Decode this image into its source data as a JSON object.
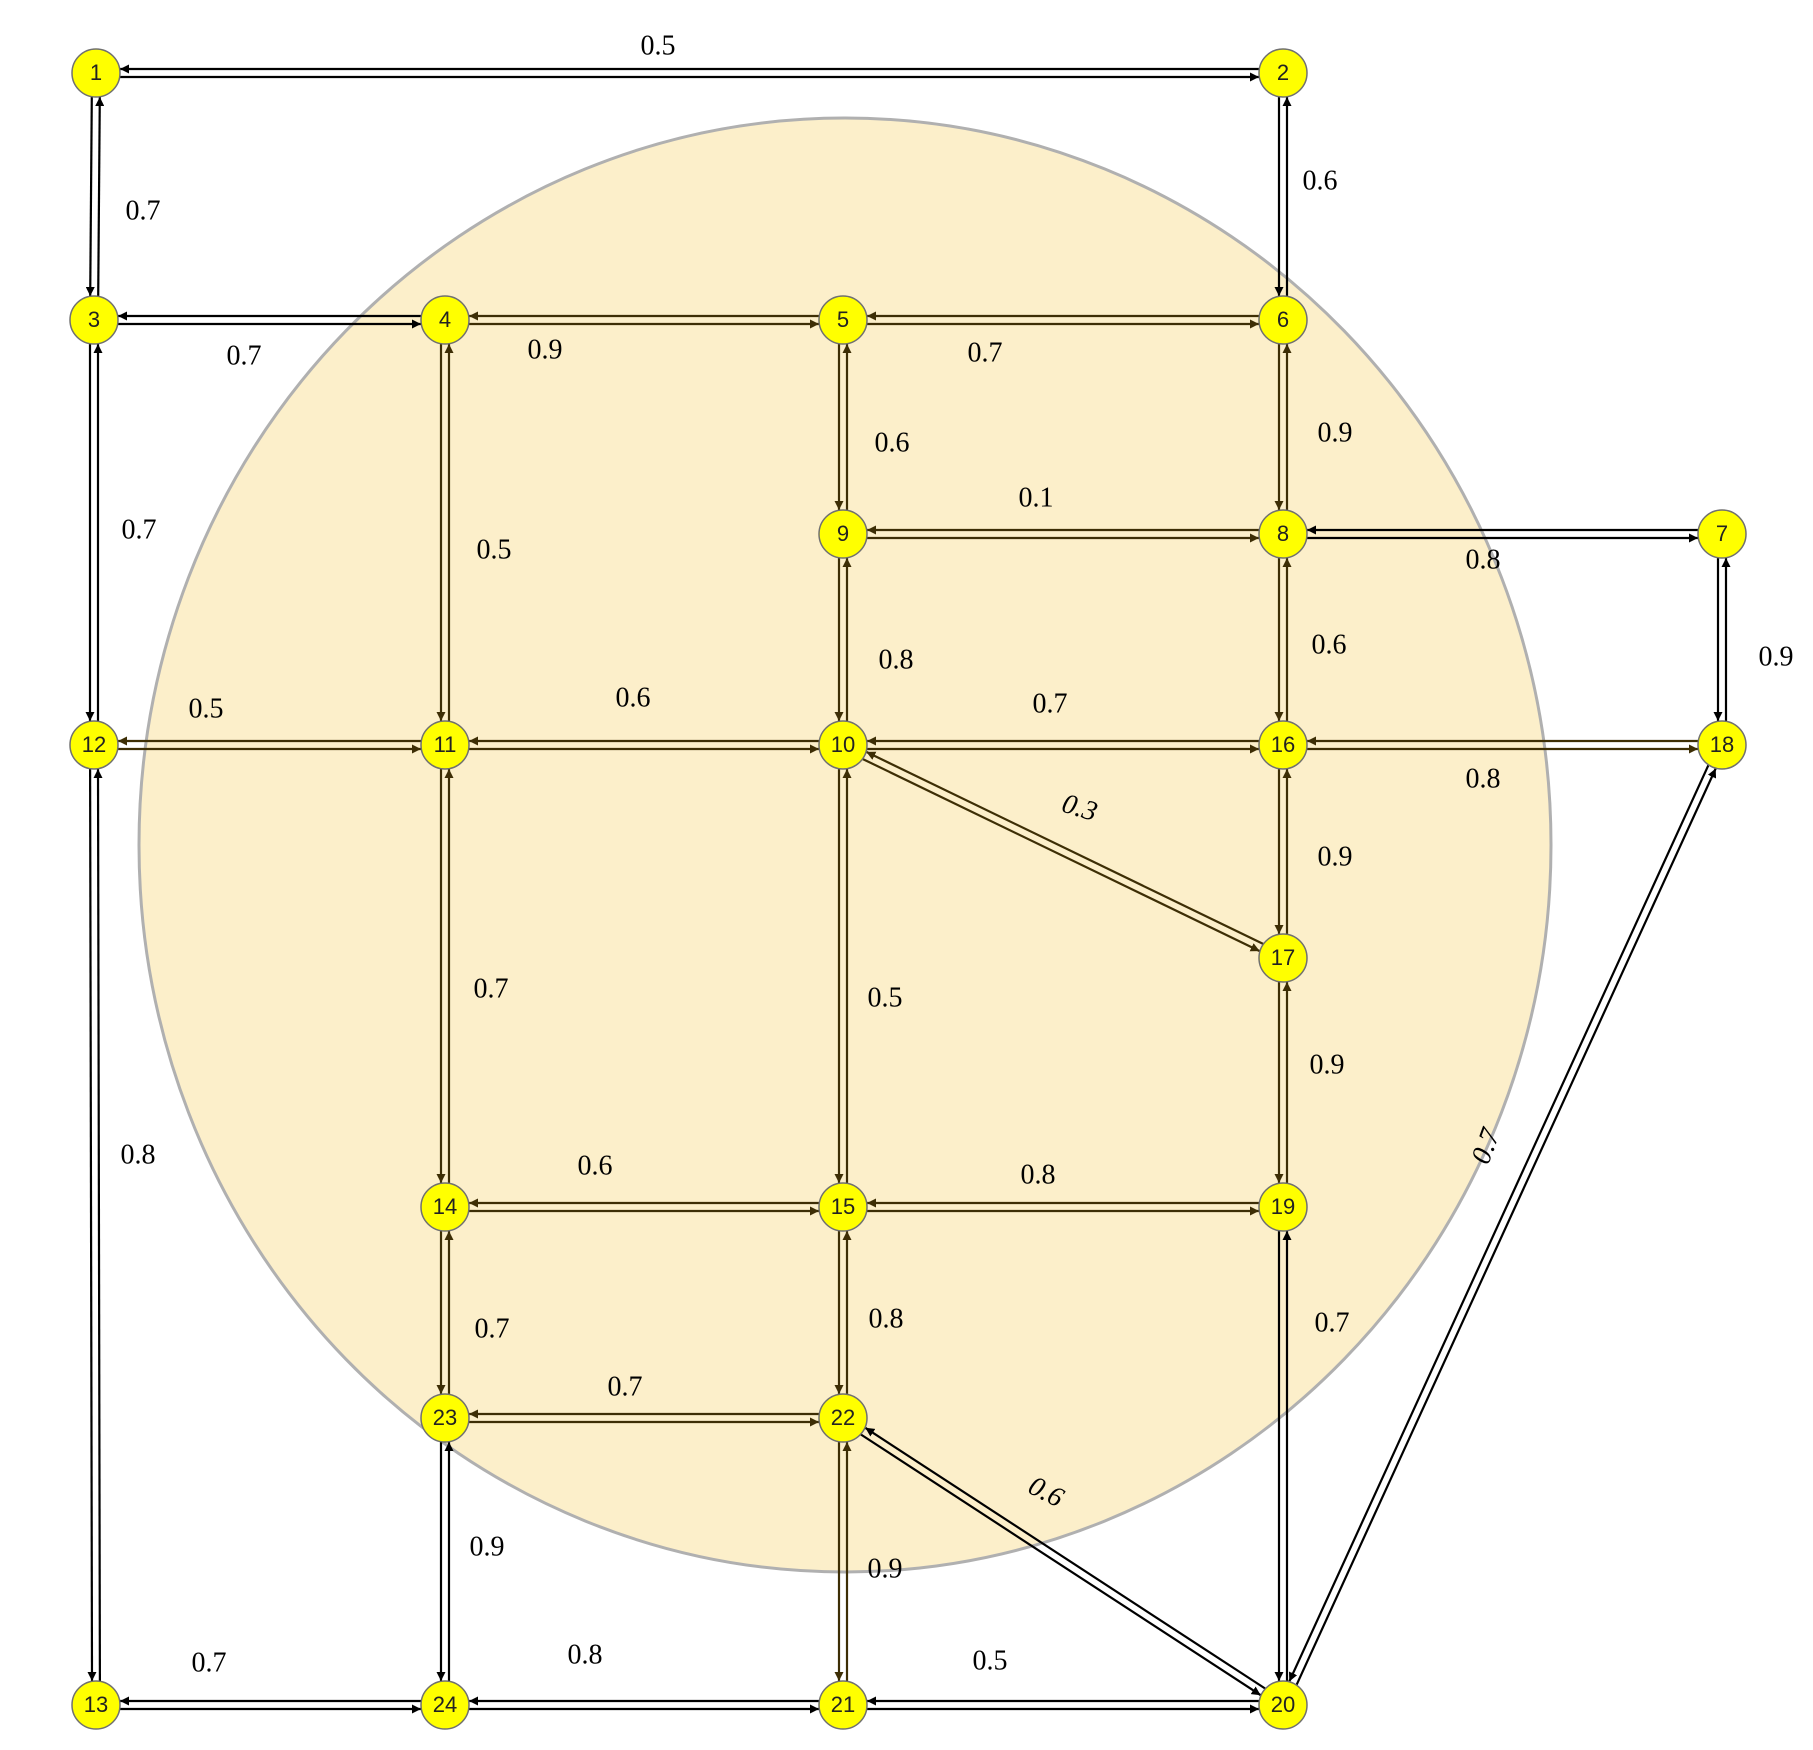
{
  "diagram": {
    "colors": {
      "background": "#ffffff",
      "region_fill": "#f8d67b",
      "region_stroke": "#b0b0b0",
      "node_fill": "#ffff00",
      "node_stroke": "#707070",
      "edge_outside": "#000000",
      "edge_inside": "#3d2e05",
      "label": "#000000"
    },
    "nodes": [
      {
        "id": "1"
      },
      {
        "id": "2"
      },
      {
        "id": "3"
      },
      {
        "id": "4"
      },
      {
        "id": "5"
      },
      {
        "id": "6"
      },
      {
        "id": "7"
      },
      {
        "id": "8"
      },
      {
        "id": "9"
      },
      {
        "id": "10"
      },
      {
        "id": "11"
      },
      {
        "id": "12"
      },
      {
        "id": "13"
      },
      {
        "id": "14"
      },
      {
        "id": "15"
      },
      {
        "id": "16"
      },
      {
        "id": "17"
      },
      {
        "id": "18"
      },
      {
        "id": "19"
      },
      {
        "id": "20"
      },
      {
        "id": "21"
      },
      {
        "id": "22"
      },
      {
        "id": "23"
      },
      {
        "id": "24"
      }
    ],
    "edges": [
      {
        "from": "1",
        "to": "2",
        "label": "0.5"
      },
      {
        "from": "1",
        "to": "3",
        "label": "0.7"
      },
      {
        "from": "2",
        "to": "6",
        "label": "0.6"
      },
      {
        "from": "3",
        "to": "4",
        "label": "0.7"
      },
      {
        "from": "3",
        "to": "12",
        "label": "0.7"
      },
      {
        "from": "4",
        "to": "5",
        "label": "0.9"
      },
      {
        "from": "4",
        "to": "11",
        "label": "0.5"
      },
      {
        "from": "5",
        "to": "6",
        "label": "0.7"
      },
      {
        "from": "5",
        "to": "9",
        "label": "0.6"
      },
      {
        "from": "6",
        "to": "8",
        "label": "0.9"
      },
      {
        "from": "9",
        "to": "8",
        "label": "0.1"
      },
      {
        "from": "8",
        "to": "7",
        "label": "0.8"
      },
      {
        "from": "9",
        "to": "10",
        "label": "0.8"
      },
      {
        "from": "8",
        "to": "16",
        "label": "0.6"
      },
      {
        "from": "7",
        "to": "18",
        "label": "0.9"
      },
      {
        "from": "12",
        "to": "11",
        "label": "0.5"
      },
      {
        "from": "11",
        "to": "10",
        "label": "0.6"
      },
      {
        "from": "10",
        "to": "16",
        "label": "0.7"
      },
      {
        "from": "16",
        "to": "18",
        "label": "0.8"
      },
      {
        "from": "10",
        "to": "17",
        "label": "0.3"
      },
      {
        "from": "16",
        "to": "17",
        "label": "0.9"
      },
      {
        "from": "11",
        "to": "14",
        "label": "0.7"
      },
      {
        "from": "10",
        "to": "15",
        "label": "0.5"
      },
      {
        "from": "17",
        "to": "19",
        "label": "0.9"
      },
      {
        "from": "12",
        "to": "13",
        "label": "0.8"
      },
      {
        "from": "18",
        "to": "20",
        "label": "0.7"
      },
      {
        "from": "14",
        "to": "15",
        "label": "0.6"
      },
      {
        "from": "15",
        "to": "19",
        "label": "0.8"
      },
      {
        "from": "14",
        "to": "23",
        "label": "0.7"
      },
      {
        "from": "15",
        "to": "22",
        "label": "0.8"
      },
      {
        "from": "19",
        "to": "20",
        "label": "0.7"
      },
      {
        "from": "23",
        "to": "22",
        "label": "0.7"
      },
      {
        "from": "22",
        "to": "20",
        "label": "0.6"
      },
      {
        "from": "23",
        "to": "24",
        "label": "0.9"
      },
      {
        "from": "22",
        "to": "21",
        "label": "0.9"
      },
      {
        "from": "13",
        "to": "24",
        "label": "0.7"
      },
      {
        "from": "24",
        "to": "21",
        "label": "0.8"
      },
      {
        "from": "21",
        "to": "20",
        "label": "0.5"
      }
    ]
  }
}
